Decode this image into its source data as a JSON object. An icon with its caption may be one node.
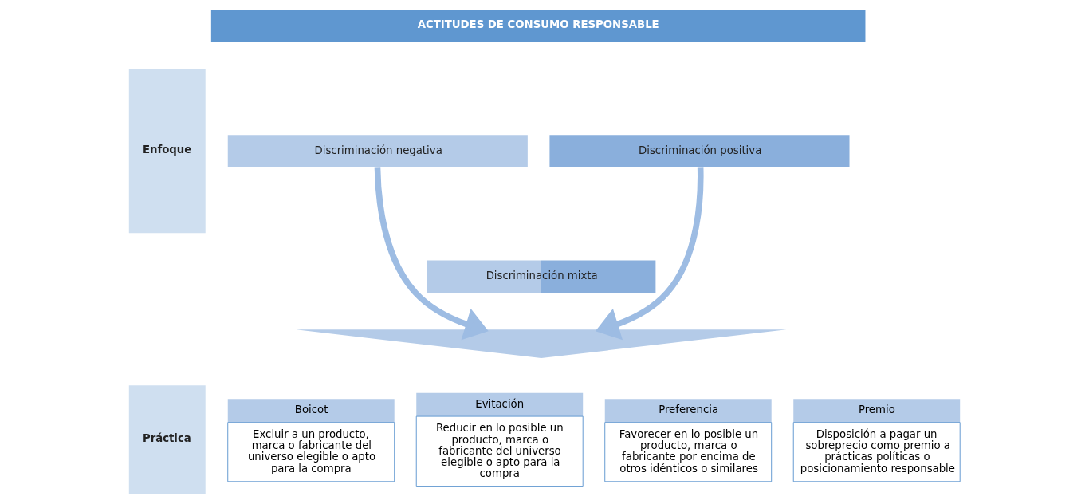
{
  "diagram": {
    "nodes": [
      {
        "text": [
          "Enfoque"
        ]
      },
      {
        "text": [
          "ACTITUDES DE CONSUMO RESPONSABLE"
        ]
      },
      {
        "text": [
          "Discriminación negativa"
        ]
      },
      {
        "text": [
          "Discriminación positiva"
        ]
      },
      {
        "text": [
          "Discriminación mixta"
        ]
      },
      {
        "text": [],
        "shape": "triangle"
      },
      {
        "text": [
          "Práctica"
        ]
      },
      {
        "text": [
          "Boicot",
          "Excluir a un producto, marca o fabricante del universo elegible o apto para la compra"
        ]
      },
      {
        "text": [
          "Evitación",
          "Reducir en lo posible un producto, marca o fabricante del universo elegible o apto para la compra"
        ]
      },
      {
        "text": [
          "Preferencia",
          "Favorecer en lo posible un producto, marca o fabricante por encima de otros idénticos o similares"
        ]
      },
      {
        "text": [
          "Premio",
          "Disposición a pagar un sobreprecio como premio a prácticas políticas o posicionamiento responsable"
        ]
      }
    ],
    "edges": [
      {
        "from": 2,
        "to": 5,
        "arrow": "to"
      },
      {
        "from": 3,
        "to": 5,
        "arrow": "to"
      }
    ]
  }
}
